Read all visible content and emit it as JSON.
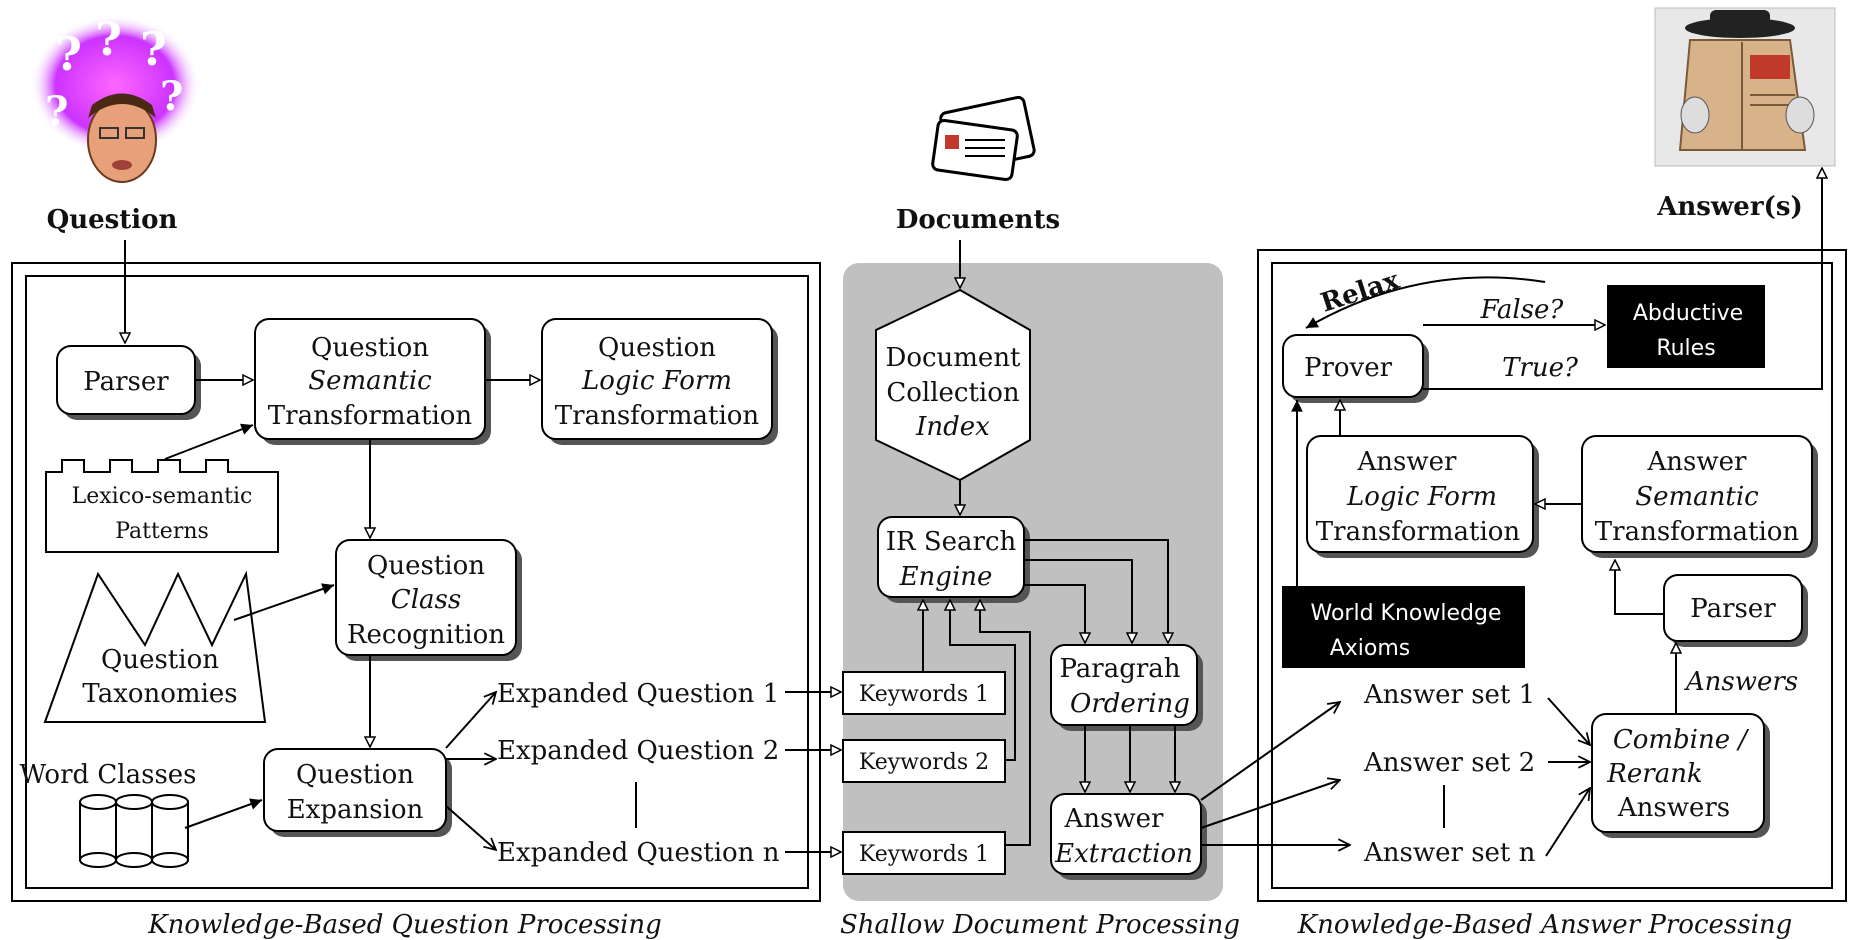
{
  "inputs": {
    "question": "Question",
    "documents": "Documents",
    "answers": "Answer(s)"
  },
  "panels": {
    "question_processing": "Knowledge-Based Question Processing",
    "document_processing": "Shallow Document Processing",
    "answer_processing": "Knowledge-Based Answer Processing"
  },
  "question_side": {
    "parser": "Parser",
    "qst": [
      "Question",
      "Semantic",
      "Transformation"
    ],
    "qlf": [
      "Question",
      "Logic Form",
      "Transformation"
    ],
    "lexico": [
      "Lexico-semantic",
      "Patterns"
    ],
    "qcr": [
      "Question",
      "Class",
      "Recognition"
    ],
    "taxonomies": [
      "Question",
      "Taxonomies"
    ],
    "word_classes": "Word Classes",
    "expansion": [
      "Question",
      "Expansion"
    ],
    "expanded": [
      "Expanded Question 1",
      "Expanded Question 2",
      "Expanded Question n"
    ]
  },
  "document_side": {
    "collection": [
      "Document",
      "Collection",
      "Index"
    ],
    "ir": [
      "IR Search",
      "Engine"
    ],
    "keywords": [
      "Keywords 1",
      "Keywords 2",
      "Keywords 1"
    ],
    "paragraph": [
      "Paragrah",
      "Ordering"
    ],
    "extraction": [
      "Answer",
      "Extraction"
    ]
  },
  "answer_side": {
    "relax": "Relax",
    "false_q": "False?",
    "true_q": "True?",
    "abductive": [
      "Abductive",
      "Rules"
    ],
    "prover": "Prover",
    "alf": [
      "Answer",
      "Logic Form",
      "Transformation"
    ],
    "ast": [
      "Answer",
      "Semantic",
      "Transformation"
    ],
    "world": [
      "World Knowledge",
      "Axioms"
    ],
    "parser": "Parser",
    "answers_label": "Answers",
    "sets": [
      "Answer set 1",
      "Answer set 2",
      "Answer set n"
    ],
    "combine": [
      "Combine /",
      "Rerank",
      "Answers"
    ]
  },
  "colors": {
    "middle_panel": "#c0c0c0",
    "dark_box": "#000000",
    "question_glow": "#cc33ff"
  },
  "icons": [
    "questioner-face-icon",
    "newspaper-icon",
    "reader-with-book-icon"
  ]
}
